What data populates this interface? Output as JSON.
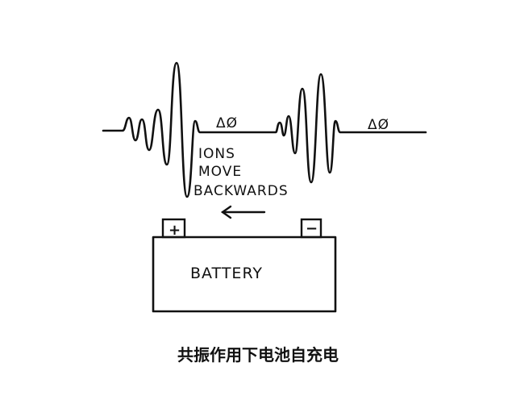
{
  "diagram": {
    "left_delta_label": "ΔØ",
    "right_delta_label": "ΔØ",
    "ions_text": [
      "IONS",
      "MOVE",
      "BACKWARDS"
    ],
    "battery_label": "BATTERY",
    "plus_terminal": "+",
    "minus_terminal": "−"
  },
  "caption": "共振作用下电池自充电"
}
